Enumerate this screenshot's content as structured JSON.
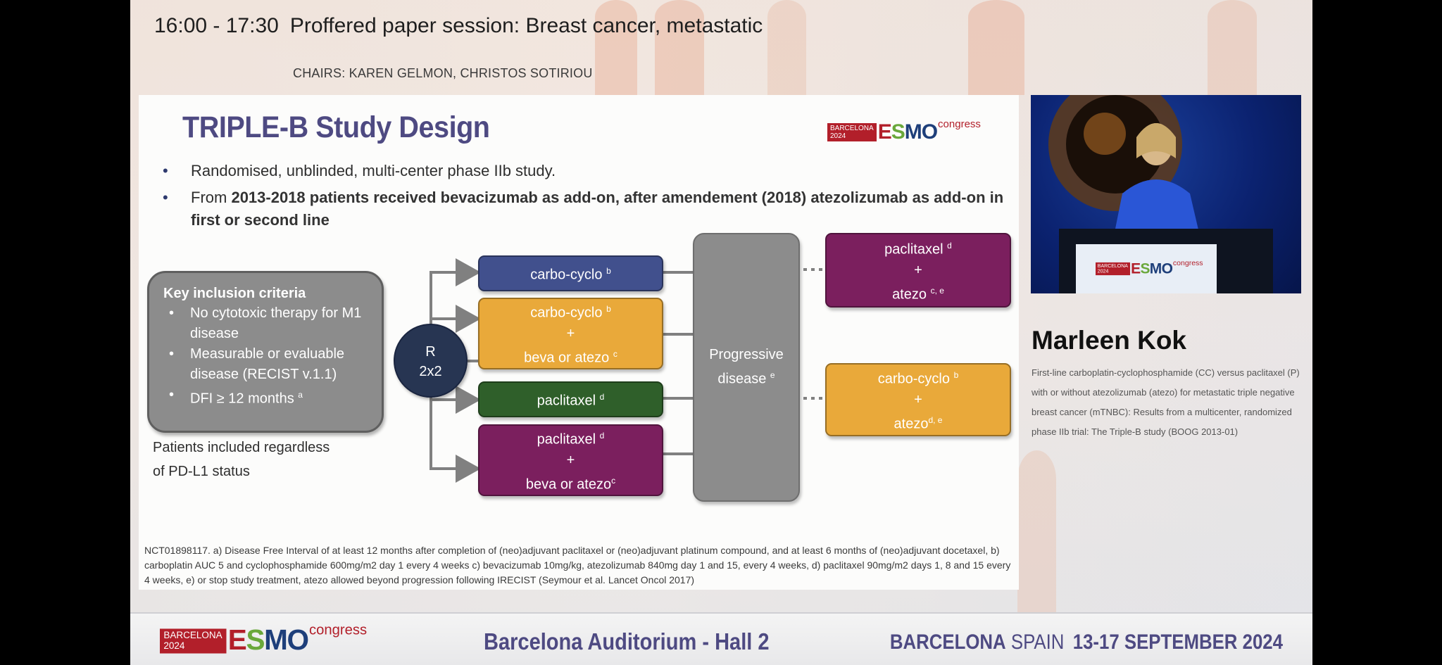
{
  "session": {
    "time": "16:00 - 17:30",
    "title": "Proffered paper session: Breast cancer, metastatic",
    "chairs": "CHAIRS: KAREN GELMON, CHRISTOS SOTIRIOU"
  },
  "logo": {
    "location_line1": "BARCELONA",
    "location_line2": "2024",
    "brand": "ESMO",
    "suffix": "congress"
  },
  "slide": {
    "title": "TRIPLE-B Study Design",
    "bullet1": "Randomised, unblinded, multi-center phase IIb study.",
    "bullet2_prefix": "From ",
    "bullet2_bold": "2013-2018 patients received bevacizumab as add-on, after amendement (2018) atezolizumab as add-on in first or second line",
    "criteria": {
      "heading": "Key inclusion criteria",
      "item1": "No cytotoxic therapy for M1 disease",
      "item2": "Measurable or evaluable disease (RECIST v.1.1)",
      "item3": "DFI ≥ 12 months",
      "item3_sup": "a"
    },
    "randomization": {
      "line1": "R",
      "line2": "2x2"
    },
    "arms": {
      "arm1": {
        "label": "carbo-cyclo",
        "sup": "b"
      },
      "arm2": {
        "line1": "carbo-cyclo",
        "line1_sup": "b",
        "line2": "+",
        "line3": "beva or atezo",
        "line3_sup": "c"
      },
      "arm3": {
        "label": "paclitaxel",
        "sup": "d"
      },
      "arm4": {
        "line1": "paclitaxel",
        "line1_sup": "d",
        "line2": "+",
        "line3": "beva or atezo",
        "line3_sup": "c"
      }
    },
    "progressive": {
      "line1": "Progressive",
      "line2": "disease",
      "sup": "e"
    },
    "after1": {
      "line1": "paclitaxel",
      "line1_sup": "d",
      "line2": "+",
      "line3": "atezo",
      "line3_sup": "c, e"
    },
    "after2": {
      "line1": "carbo-cyclo",
      "line1_sup": "b",
      "line2": "+",
      "line3": "atezo",
      "line3_sup": "d, e"
    },
    "pdl1_note_line1": "Patients included regardless",
    "pdl1_note_line2": "of PD-L1 status",
    "footnote": "NCT01898117. a) Disease Free Interval of at least 12 months after completion of (neo)adjuvant paclitaxel or (neo)adjuvant platinum compound, and at least 6 months of (neo)adjuvant docetaxel, b) carboplatin AUC 5 and cyclophosphamide 600mg/m2 day 1 every 4 weeks c) bevacizumab 10mg/kg, atezolizumab 840mg day 1 and 15, every 4 weeks, d) paclitaxel 90mg/m2 days 1, 8 and 15 every 4 weeks, e) or stop study treatment, atezo allowed beyond progression following IRECIST (Seymour et al. Lancet Oncol 2017)"
  },
  "speaker": {
    "name": "Marleen Kok",
    "talk_title": "First-line carboplatin-cyclophosphamide (CC) versus paclitaxel (P) with or without atezolizumab (atezo) for metastatic triple negative breast cancer (mTNBC): Results from a multicenter, randomized phase IIb trial: The Triple-B study (BOOG 2013-01)"
  },
  "footer": {
    "venue": "Barcelona Auditorium - Hall 2",
    "city": "BARCELONA",
    "country": "SPAIN",
    "dates": "13-17 SEPTEMBER 2024"
  },
  "colors": {
    "title_purple": "#4e4a82",
    "arm_navy": "#41508d",
    "arm_orange": "#e9a93a",
    "arm_green": "#2f5f2a",
    "arm_purple": "#7b1f5e",
    "box_grey": "#8c8c8c",
    "esmo_red": "#b21f2a"
  }
}
